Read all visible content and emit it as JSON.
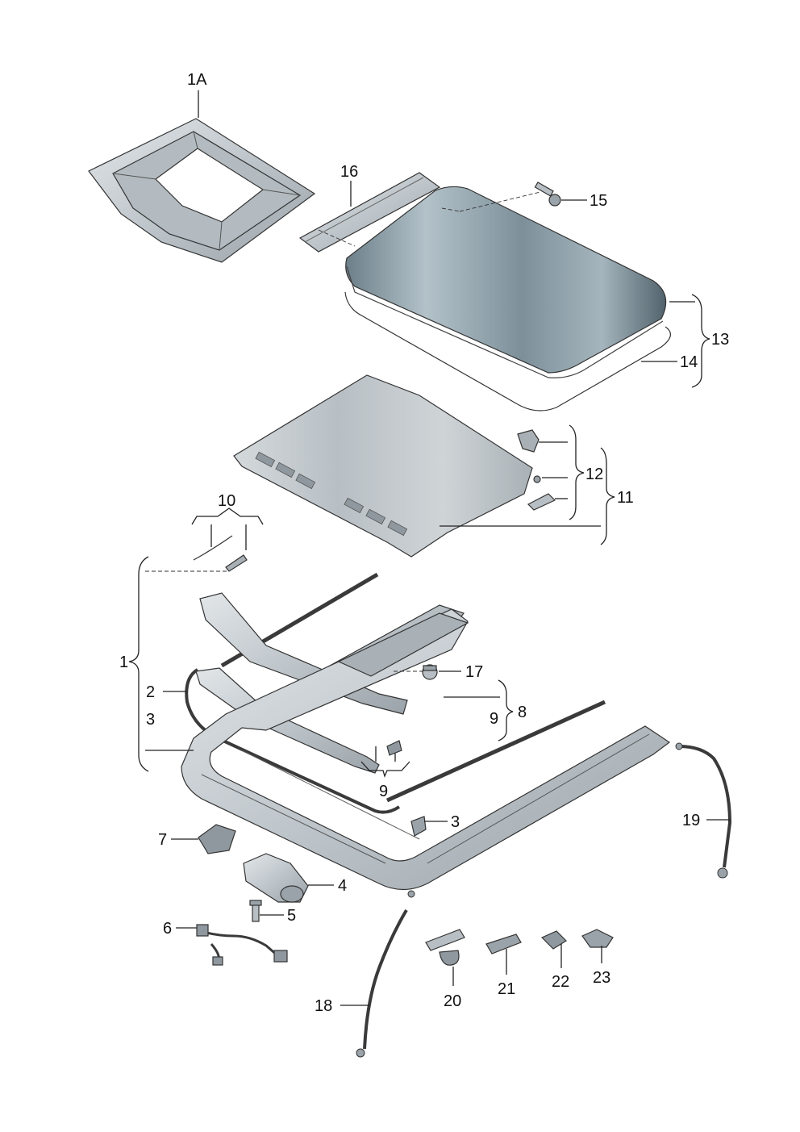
{
  "diagram": {
    "labels": {
      "l1A": "1A",
      "l16": "16",
      "l15": "15",
      "l13": "13",
      "l14": "14",
      "l12": "12",
      "l11": "11",
      "l10": "10",
      "l1": "1",
      "l2": "2",
      "l3a": "3",
      "l17": "17",
      "l8": "8",
      "l9a": "9",
      "l9b": "9",
      "l19": "19",
      "l3b": "3",
      "l7": "7",
      "l4": "4",
      "l5": "5",
      "l6": "6",
      "l18": "18",
      "l20": "20",
      "l21": "21",
      "l22": "22",
      "l23": "23"
    },
    "colors": {
      "glass_dark": "#5e6f7a",
      "glass_light": "#a9b9c1",
      "metal": "#c7ccd0",
      "metal_dark": "#8e969c",
      "seal": "#3a3a3a",
      "line": "#222222"
    }
  }
}
